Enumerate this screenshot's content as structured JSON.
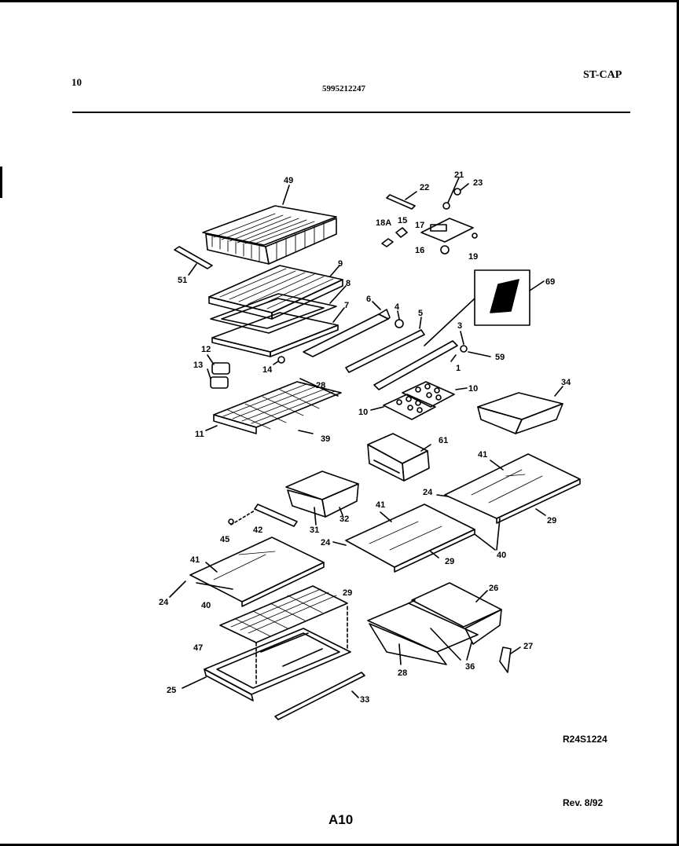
{
  "header": {
    "page_ref": "10",
    "model_number": "5995212247",
    "section_code": "ST-CAP"
  },
  "footer": {
    "diagram_code": "R24S1224",
    "revision": "Rev. 8/92",
    "page_label": "A10"
  },
  "callouts": [
    "49",
    "51",
    "9",
    "8",
    "7",
    "6",
    "4",
    "5",
    "12",
    "13",
    "14",
    "28",
    "11",
    "39",
    "22",
    "21",
    "23",
    "18A",
    "15",
    "17",
    "16",
    "19",
    "69",
    "3",
    "59",
    "1",
    "10",
    "10",
    "34",
    "61",
    "41",
    "24",
    "29",
    "40",
    "31",
    "32",
    "41",
    "24",
    "29",
    "42",
    "45",
    "41",
    "24",
    "40",
    "29",
    "26",
    "47",
    "25",
    "33",
    "28",
    "36",
    "27"
  ]
}
